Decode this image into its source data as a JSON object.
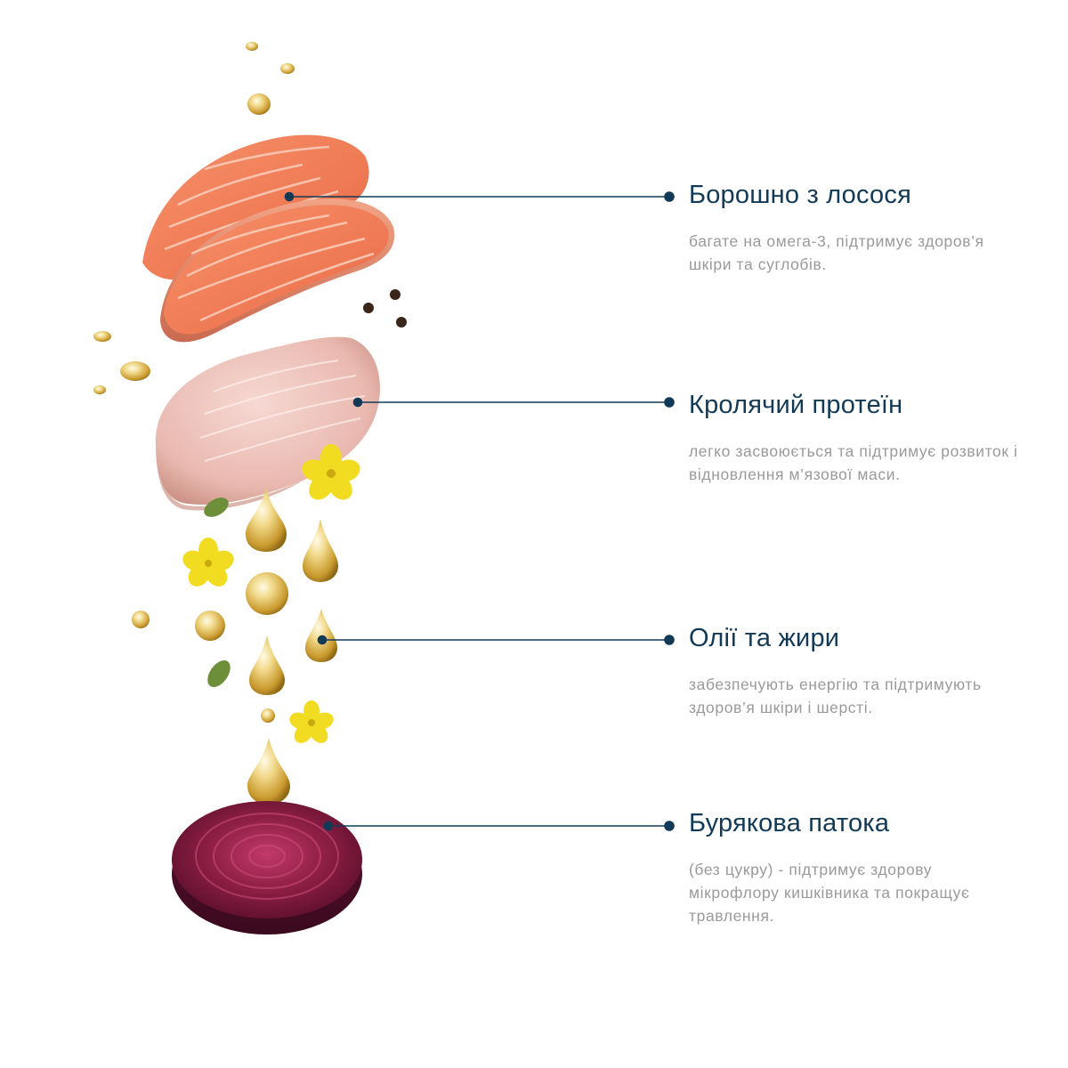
{
  "ingredients": [
    {
      "title": "Борошно з лосося",
      "description": "багате на омега-3, підтримує здоров’я шкіри та суглобів.",
      "icon": "salmon-fillet-illustration"
    },
    {
      "title": "Кролячий протеїн",
      "description": "легко засвоюється та підтримує розвиток і відновлення м’язової маси.",
      "icon": "rabbit-meat-illustration"
    },
    {
      "title": "Олії та жири",
      "description": "забезпечують енергію та підтримують здоров’я шкіри і шерсті.",
      "icon": "oil-drop-illustration"
    },
    {
      "title": "Бурякова патока",
      "description": "(без цукру) - підтримує здорову мікрофлору кишківника та покращує травлення.",
      "icon": "beet-slice-illustration"
    }
  ],
  "colors": {
    "accent": "#123a57",
    "description_text": "#9a9a9a"
  }
}
